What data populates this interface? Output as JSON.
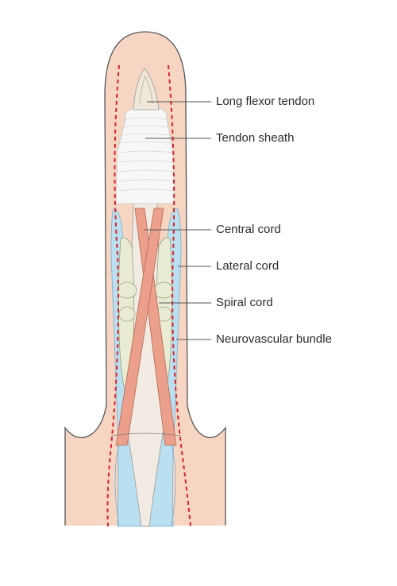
{
  "labels": [
    "Long flexor tendon",
    "Tendon sheath",
    "Central cord",
    "Lateral cord",
    "Spiral cord",
    "Neurovascular bundle"
  ],
  "colors": {
    "skin": "#f6d6c3",
    "skin_outline": "#555555",
    "sheath": "#f7f7f7",
    "tendon": "#f1ebe4",
    "bone": "#e9ecd3",
    "cord": "#ec9f8a",
    "lateral_cord": "#b9dff0",
    "nerve_line": "#d9232a",
    "leader": "#555555"
  },
  "icons": [
    "finger-anatomy-illustration"
  ]
}
